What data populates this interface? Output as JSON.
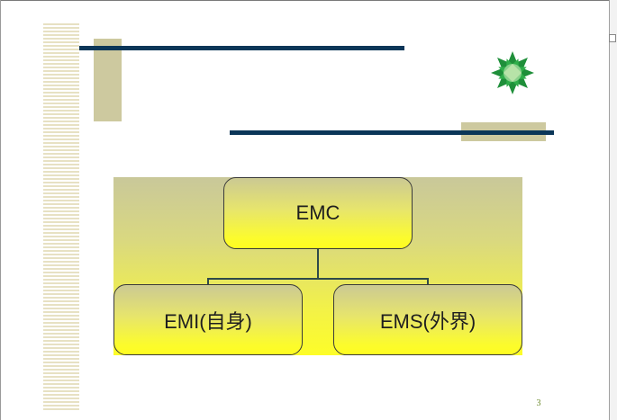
{
  "slide": {
    "page_number": "3"
  },
  "diagram": {
    "root": {
      "label": "EMC"
    },
    "children": [
      {
        "label": "EMI(自身)"
      },
      {
        "label": "EMS(外界)"
      }
    ]
  },
  "colors": {
    "navy": "#0b3658",
    "khaki": "#cdc99f",
    "node_gradient_top": "#cbc993",
    "node_gradient_bottom": "#fffd20",
    "flower_dark": "#1f8f3a",
    "flower_light": "#8ad08c"
  },
  "icons": [
    "flower-icon"
  ]
}
